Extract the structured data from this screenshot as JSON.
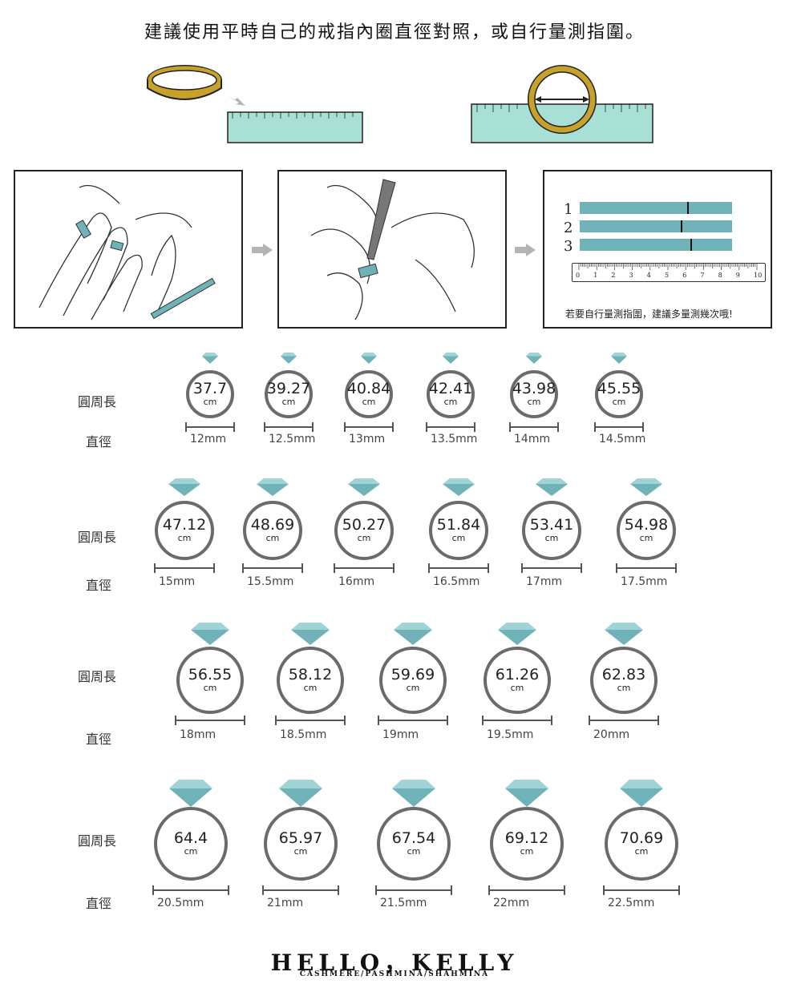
{
  "title": "建議使用平時自己的戒指內圈直徑對照，或自行量測指圍。",
  "tip": "若要自行量測指圍，建議多量測幾次哦!",
  "ruler_rows": [
    "1",
    "2",
    "3"
  ],
  "ruler_ticks": [
    "0",
    "1",
    "2",
    "3",
    "4",
    "5",
    "6",
    "7",
    "8",
    "9",
    "10"
  ],
  "label_circ": "圓周長",
  "label_dia": "直徑",
  "unit": "cm",
  "rows": [
    [
      {
        "c": "37.7",
        "d": "12mm"
      },
      {
        "c": "39.27",
        "d": "12.5mm"
      },
      {
        "c": "40.84",
        "d": "13mm"
      },
      {
        "c": "42.41",
        "d": "13.5mm"
      },
      {
        "c": "43.98",
        "d": "14mm"
      },
      {
        "c": "45.55",
        "d": "14.5mm"
      }
    ],
    [
      {
        "c": "47.12",
        "d": "15mm"
      },
      {
        "c": "48.69",
        "d": "15.5mm"
      },
      {
        "c": "50.27",
        "d": "16mm"
      },
      {
        "c": "51.84",
        "d": "16.5mm"
      },
      {
        "c": "53.41",
        "d": "17mm"
      },
      {
        "c": "54.98",
        "d": "17.5mm"
      }
    ],
    [
      {
        "c": "56.55",
        "d": "18mm"
      },
      {
        "c": "58.12",
        "d": "18.5mm"
      },
      {
        "c": "59.69",
        "d": "19mm"
      },
      {
        "c": "61.26",
        "d": "19.5mm"
      },
      {
        "c": "62.83",
        "d": "20mm"
      }
    ],
    [
      {
        "c": "64.4",
        "d": "20.5mm"
      },
      {
        "c": "65.97",
        "d": "21mm"
      },
      {
        "c": "67.54",
        "d": "21.5mm"
      },
      {
        "c": "69.12",
        "d": "22mm"
      },
      {
        "c": "70.69",
        "d": "22.5mm"
      }
    ]
  ],
  "logo": "HELLO，KELLY",
  "logo_sub": "CASHMERE/PASHMINA/SHAHMINA",
  "colors": {
    "teal": "#6fb3b8",
    "gem_light": "#9fd3d6",
    "ring_gold": "#c8a12a",
    "ruler": "#a8e0d6",
    "ring_border": "#6b6b6b"
  }
}
